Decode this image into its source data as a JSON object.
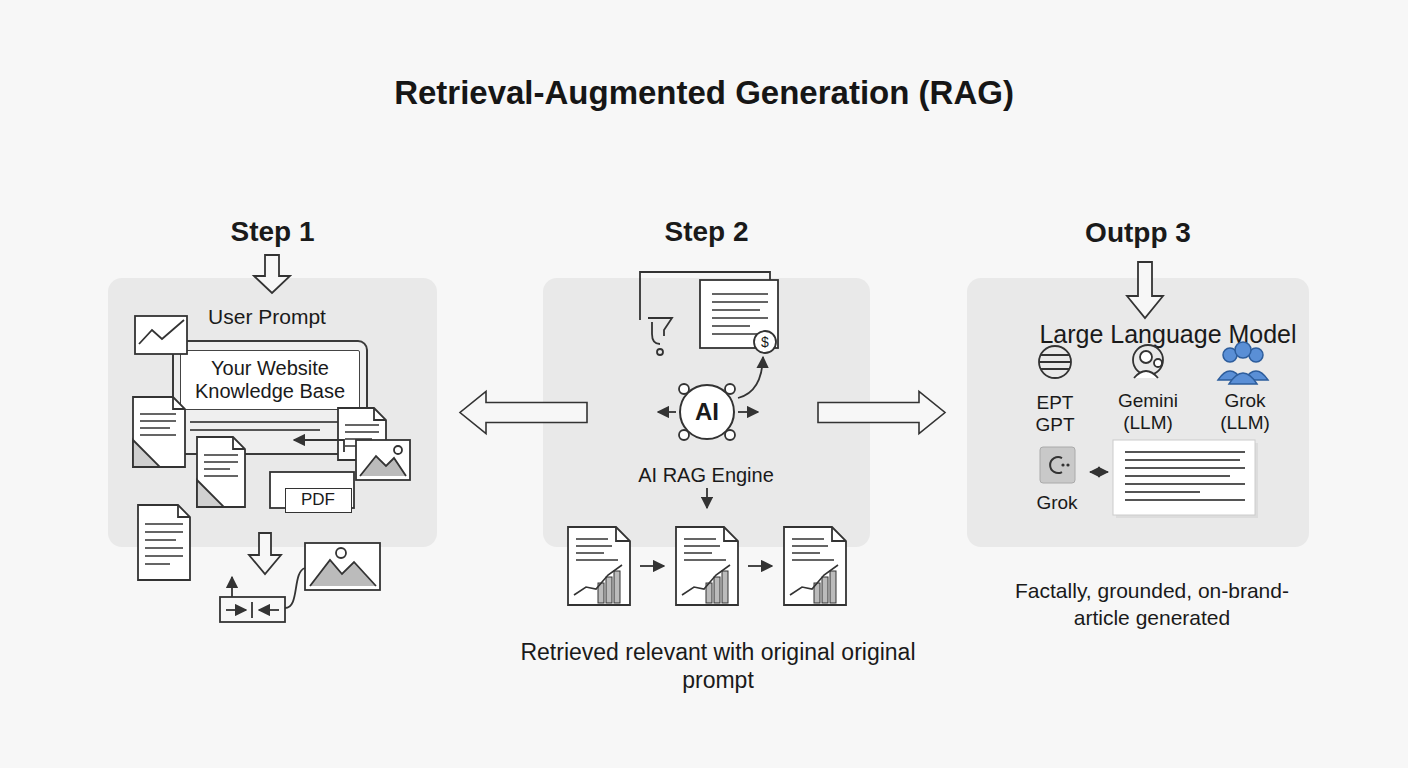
{
  "diagram": {
    "title": "Retrieval-Augmented Generation (RAG)",
    "nodes": [
      {
        "text": [
          "Step 1",
          "User Prompt"
        ]
      },
      {
        "text": [
          "Your Website Knowledge Base"
        ],
        "in": 0
      },
      {
        "text": [
          "PDF"
        ],
        "in": 0
      },
      {
        "text": [
          "Step 2",
          "AI RAG Engine"
        ]
      },
      {
        "text": [
          "AI"
        ],
        "in": 3
      },
      {
        "text": [
          "Outpp 3",
          "Large Language Model"
        ]
      }
    ],
    "edges": [
      {
        "from": 3,
        "to": 0,
        "arrow": "to"
      },
      {
        "from": 3,
        "to": 5,
        "arrow": "to"
      }
    ],
    "labels": [
      "$",
      "Retrieved relevant with original original prompt",
      "EPT GPT",
      "Gemini (LLM)",
      "Grok (LLM)",
      "Grok",
      "Factally, grounded, on-brand- article generated"
    ]
  }
}
